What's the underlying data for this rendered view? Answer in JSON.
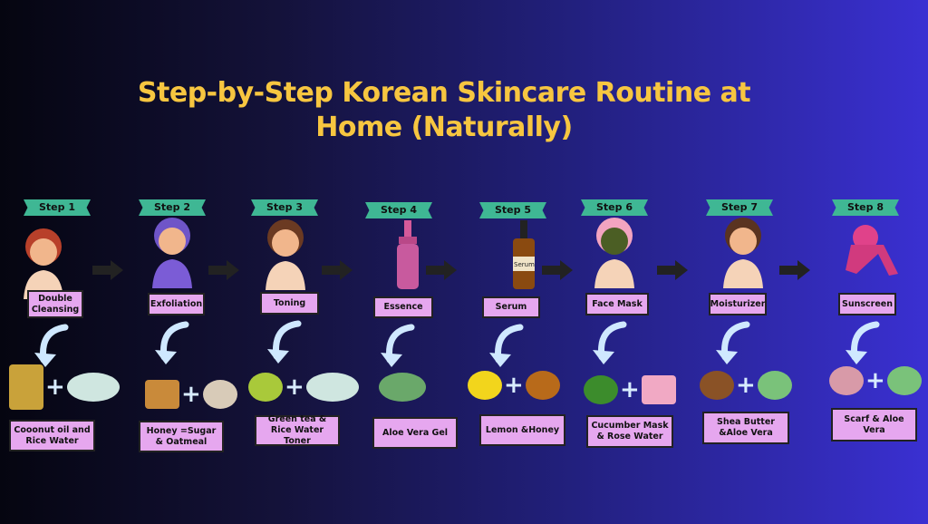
{
  "title": "Step-by-Step Korean Skincare Routine at Home (Naturally)",
  "colors": {
    "title": "#f7c640",
    "badge": "#3fb794",
    "box": "#e6a7ef",
    "arrow": "#cfe8ff"
  },
  "steps": [
    {
      "badge": "Step 1",
      "name": "Double Cleansing",
      "ingredients": "Cooonut oil and Rice Water",
      "icons": [
        "coconut-oil-icon",
        "rice-water-icon"
      ]
    },
    {
      "badge": "Step 2",
      "name": "Exfoliation",
      "ingredients": "Honey =Sugar & Oatmeal",
      "icons": [
        "honey-sugar-icon",
        "oatmeal-icon"
      ]
    },
    {
      "badge": "Step 3",
      "name": "Toning",
      "ingredients": "Green tea & Rice Water Toner",
      "icons": [
        "green-tea-icon",
        "rice-water-icon"
      ]
    },
    {
      "badge": "Step 4",
      "name": "Essence",
      "ingredients": "Aloe Vera Gel",
      "icons": [
        "aloe-vera-gel-icon"
      ]
    },
    {
      "badge": "Step 5",
      "name": "Serum",
      "ingredients": "Lemon &Honey",
      "icons": [
        "lemon-icon",
        "honey-jar-icon"
      ],
      "bottle_label": "Serum"
    },
    {
      "badge": "Step 6",
      "name": "Face Mask",
      "ingredients": "Cucumber Mask & Rose Water",
      "icons": [
        "cucumber-juice-icon",
        "rose-water-icon"
      ]
    },
    {
      "badge": "Step 7",
      "name": "Moisturizer",
      "ingredients": "Shea Butter &Aloe Vera",
      "icons": [
        "shea-butter-icon",
        "aloe-vera-icon"
      ]
    },
    {
      "badge": "Step 8",
      "name": "Sunscreen",
      "ingredients": "Scarf & Aloe Vera",
      "icons": [
        "scarf-icon",
        "aloe-vera-icon"
      ]
    }
  ]
}
